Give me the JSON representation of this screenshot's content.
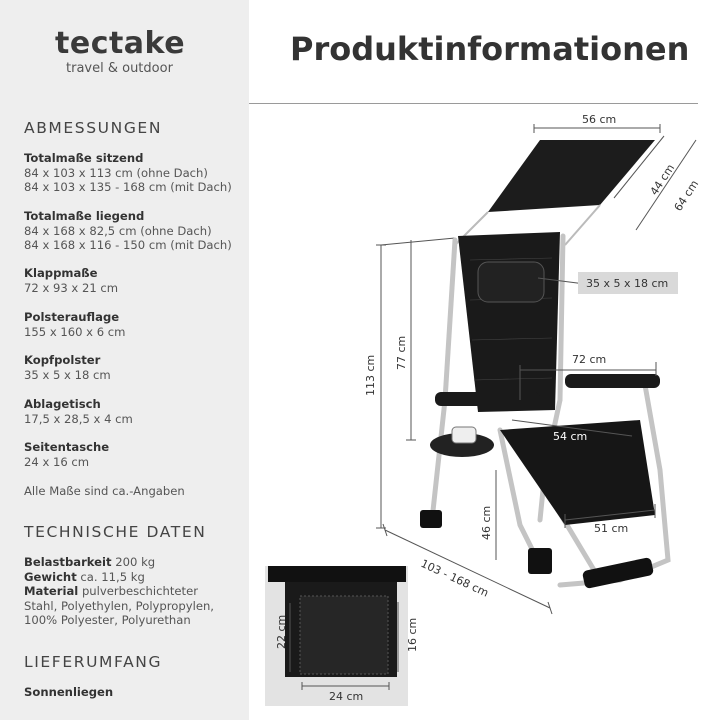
{
  "brand": {
    "name": "tectake",
    "tagline": "travel & outdoor"
  },
  "page_title": "Produktinformationen",
  "dimensions_section": {
    "heading": "ABMESSUNGEN",
    "specs": [
      {
        "label": "Totalmaße sitzend",
        "lines": [
          "84 x 103 x 113 cm (ohne Dach)",
          "84 x 103 x 135 - 168 cm (mit Dach)"
        ]
      },
      {
        "label": "Totalmaße liegend",
        "lines": [
          "84 x 168 x 82,5 cm (ohne Dach)",
          "84 x 168 x 116 - 150 cm (mit Dach)"
        ]
      },
      {
        "label": "Klappmaße",
        "lines": [
          "72 x 93 x 21 cm"
        ]
      },
      {
        "label": "Polsterauflage",
        "lines": [
          "155 x 160 x 6 cm"
        ]
      },
      {
        "label": "Kopfpolster",
        "lines": [
          "35 x 5 x 18 cm"
        ]
      },
      {
        "label": "Ablagetisch",
        "lines": [
          "17,5 x 28,5 x 4 cm"
        ]
      },
      {
        "label": "Seitentasche",
        "lines": [
          "24 x 16 cm"
        ]
      }
    ],
    "note": "Alle Maße sind ca.-Angaben"
  },
  "technical_section": {
    "heading": "TECHNISCHE DATEN",
    "load_label": "Belastbarkeit",
    "load_value": "200 kg",
    "weight_label": "Gewicht",
    "weight_value": "ca. 11,5 kg",
    "material_label": "Material",
    "material_line1": "pulverbeschichteter",
    "material_line2": "Stahl, Polyethylen, Polypropylen,",
    "material_line3": "100% Polyester, Polyurethan"
  },
  "delivery_section": {
    "heading": "LIEFERUMFANG",
    "item": "Sonnenliegen"
  },
  "diagram_labels": {
    "canopy_width": "56 cm",
    "canopy_depth_1": "44 cm",
    "canopy_depth_2": "64 cm",
    "headrest": "35 x 5 x 18 cm",
    "total_height": "113 cm",
    "back_height": "77 cm",
    "arm_width": "72 cm",
    "seat_width": "54 cm",
    "seat_height": "46 cm",
    "foot_width": "51 cm",
    "length": "103 - 168 cm",
    "pocket_height": "22 cm",
    "pocket_inner_height": "16 cm",
    "pocket_width": "24 cm"
  },
  "colors": {
    "sidebar_bg": "#eeeeee",
    "text": "#333333",
    "label_box": "#d9d9d9",
    "frame": "#c8c8c8",
    "fabric": "#1a1a1a"
  }
}
